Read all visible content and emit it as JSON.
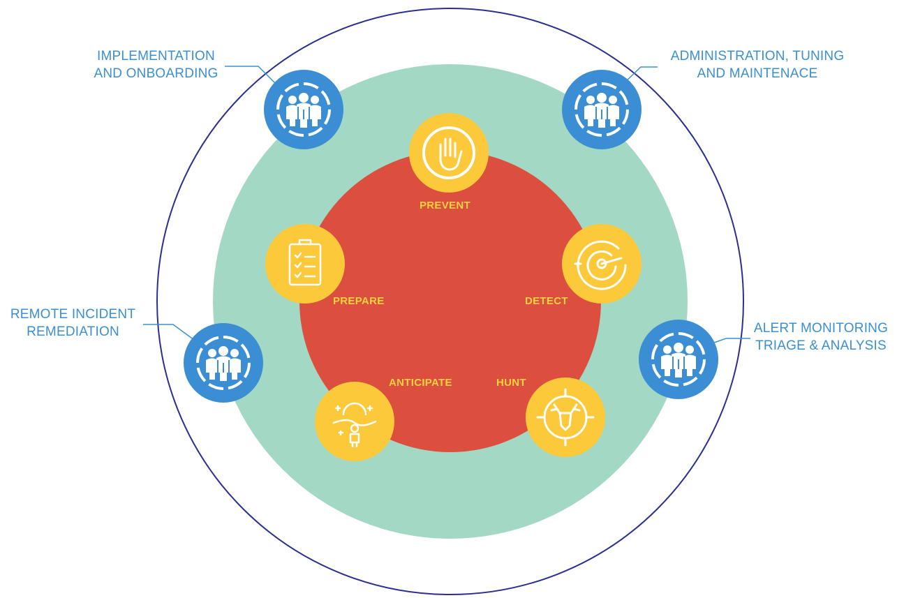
{
  "services": {
    "implementation": {
      "line1": "IMPLEMENTATION",
      "line2": "AND ONBOARDING"
    },
    "administration": {
      "line1": "ADMINISTRATION, TUNING",
      "line2": "AND MAINTENACE"
    },
    "remote": {
      "line1": "REMOTE INCIDENT",
      "line2": "REMEDIATION"
    },
    "alert": {
      "line1": "ALERT MONITORING",
      "line2": "TRIAGE & ANALYSIS"
    }
  },
  "phases": {
    "prevent": "PREVENT",
    "detect": "DETECT",
    "hunt": "HUNT",
    "anticipate": "ANTICIPATE",
    "prepare": "PREPARE"
  },
  "colors": {
    "outer_ring": "#2b2f8f",
    "green_ring": "#a3d9c4",
    "red_core": "#dc4f3f",
    "blue_node": "#3b8ed3",
    "yellow_node": "#fcc93a",
    "blue_text": "#3a8fd2",
    "yellow_text": "#ffd23f"
  },
  "icons": {
    "service_nodes": "team-icon",
    "prevent": "hand-stop-icon",
    "detect": "radar-icon",
    "hunt": "deer-target-icon",
    "anticipate": "person-foresight-icon",
    "prepare": "clipboard-checklist-icon"
  }
}
